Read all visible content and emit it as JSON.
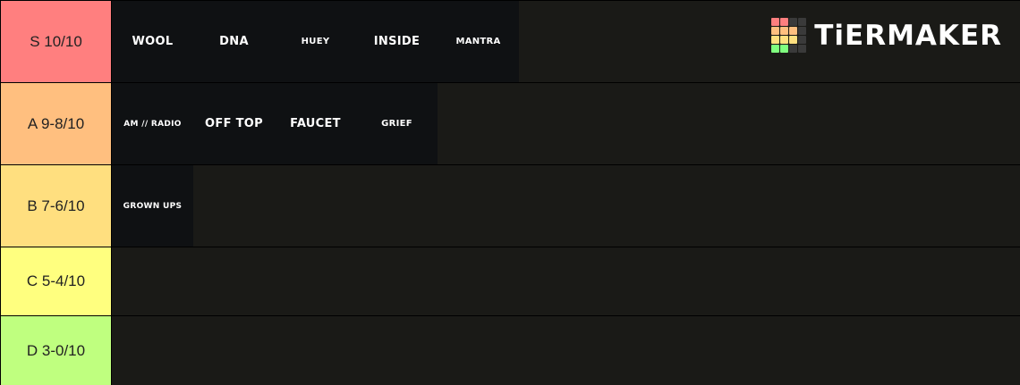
{
  "tiers": [
    {
      "label": "S 10/10",
      "color": "#ff7f7f",
      "items": [
        "WOOL",
        "DNA",
        "HUEY",
        "INSIDE",
        "MANTRA"
      ]
    },
    {
      "label": "A  9-8/10",
      "color": "#ffbf7f",
      "items": [
        "AM // RADIO",
        "OFF TOP",
        "FAUCET",
        "GRIEF"
      ]
    },
    {
      "label": "B 7-6/10",
      "color": "#ffdf7f",
      "items": [
        "GROWN UPS"
      ]
    },
    {
      "label": "C 5-4/10",
      "color": "#ffff7f",
      "items": []
    },
    {
      "label": "D 3-0/10",
      "color": "#bfff7f",
      "items": []
    }
  ],
  "logo": {
    "text": "TiERMAKER",
    "icon": "tiermaker-grid-icon",
    "grid_colors": [
      "#ff7f7f",
      "#ff7f7f",
      "#3a3a3a",
      "#3a3a3a",
      "#ffbf7f",
      "#ffbf7f",
      "#ffbf7f",
      "#3a3a3a",
      "#ffdf7f",
      "#ffdf7f",
      "#ffdf7f",
      "#3a3a3a",
      "#7fff7f",
      "#7fff7f",
      "#3a3a3a",
      "#3a3a3a"
    ]
  }
}
